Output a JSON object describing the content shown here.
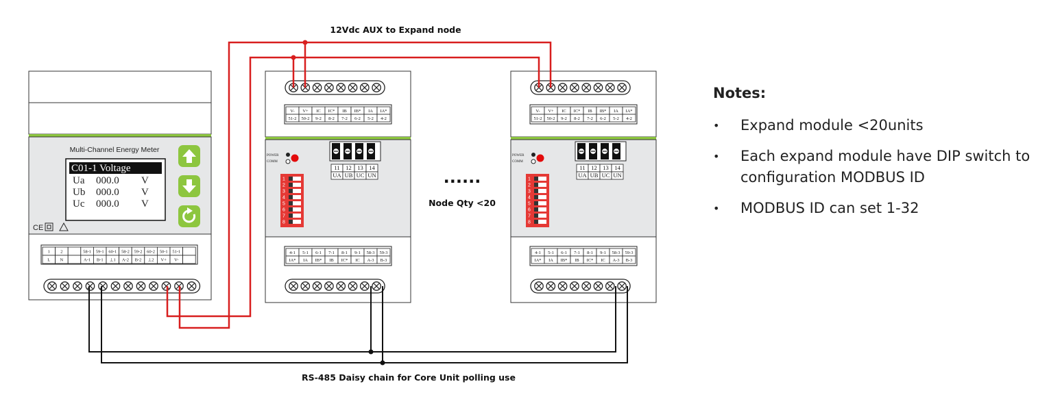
{
  "labels": {
    "aux": "12Vdc AUX to Expand node",
    "rs485": "RS-485 Daisy chain for Core Unit polling use",
    "node_qty": "Node Qty <20",
    "dots": "......"
  },
  "meter": {
    "title": "Multi-Channel Energy Meter",
    "screen": {
      "header": "C01-1 Voltage",
      "rows": [
        {
          "name": "Ua",
          "value": "000.0",
          "unit": "V"
        },
        {
          "name": "Ub",
          "value": "000.0",
          "unit": "V"
        },
        {
          "name": "Uc",
          "value": "000.0",
          "unit": "V"
        }
      ]
    },
    "marks": "CE",
    "terminals_top": [
      "1",
      "2",
      "",
      "58-1",
      "59-1",
      "60-1",
      "58-2",
      "59-2",
      "60-2",
      "50-1",
      "51-1",
      ""
    ],
    "terminals_bottom": [
      "L",
      "N",
      "",
      "A-1",
      "B-1",
      "⊥1",
      "A-2",
      "B-2",
      "⊥2",
      "V+",
      "V-",
      ""
    ]
  },
  "expand_module": {
    "top_row1": [
      "V-",
      "V+",
      "IC",
      "IC*",
      "IB",
      "IB*",
      "IA",
      "IA*"
    ],
    "top_row2": [
      "51-2",
      "50-2",
      "9-2",
      "8-2",
      "7-2",
      "6-2",
      "5-2",
      "4-2"
    ],
    "bot_row1": [
      "4-1",
      "5-1",
      "6-1",
      "7-1",
      "8-1",
      "9-1",
      "58-3",
      "59-3"
    ],
    "bot_row2": [
      "IA*",
      "IA",
      "IB*",
      "IB",
      "IC*",
      "IC",
      "A-3",
      "B-3"
    ],
    "volt_row1": [
      "11",
      "12",
      "13",
      "14"
    ],
    "volt_row2": [
      "UA",
      "UB",
      "UC",
      "UN"
    ],
    "led_labels": [
      "POWER",
      "COMM"
    ],
    "dip_numbers": [
      "1",
      "2",
      "3",
      "4",
      "5",
      "6",
      "7",
      "8"
    ]
  },
  "notes": {
    "title": "Notes:",
    "items": [
      "Expand module <20units",
      "Each expand module have DIP switch to configuration MODBUS ID",
      "MODBUS ID can set 1-32"
    ]
  },
  "colors": {
    "red_wire": "#d81e1e",
    "black_wire": "#111111",
    "panel_gray": "#e6e7e8",
    "green_strip": "#8dc63f",
    "green_button": "#8dc63f",
    "dip_red": "#e53935",
    "screen_bg": "#ffffff"
  }
}
